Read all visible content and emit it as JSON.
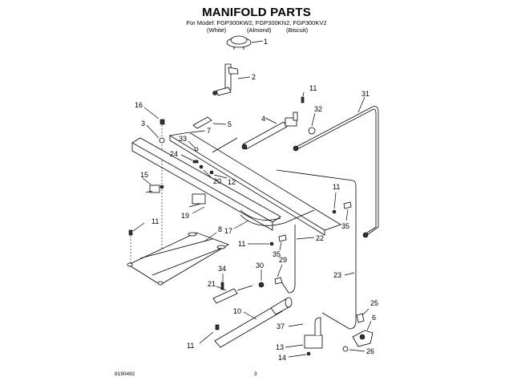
{
  "header": {
    "title": "MANIFOLD PARTS",
    "model_line": "For Model: FGP300KW2, FGP300KN2, FGP300KV2",
    "colors": [
      "(White)",
      "(Almond)",
      "(Biscuit)"
    ]
  },
  "callouts": {
    "c1": "1",
    "c2": "2",
    "c3": "3",
    "c4": "4",
    "c5": "5",
    "c6": "6",
    "c7": "7",
    "c8": "8",
    "c10": "10",
    "c11a": "11",
    "c11b": "11",
    "c11c": "11",
    "c11d": "11",
    "c11e": "11",
    "c12": "12",
    "c13": "13",
    "c14": "14",
    "c15": "15",
    "c16": "16",
    "c17": "17",
    "c19": "19",
    "c20": "20",
    "c21": "21",
    "c22": "22",
    "c23": "23",
    "c24": "24",
    "c25": "25",
    "c26": "26",
    "c29": "29",
    "c30": "30",
    "c31": "31",
    "c32": "32",
    "c33": "33",
    "c34": "34",
    "c35a": "35",
    "c35b": "35",
    "c37": "37"
  },
  "footer": {
    "doc_number": "8190492",
    "page_number": "3"
  }
}
